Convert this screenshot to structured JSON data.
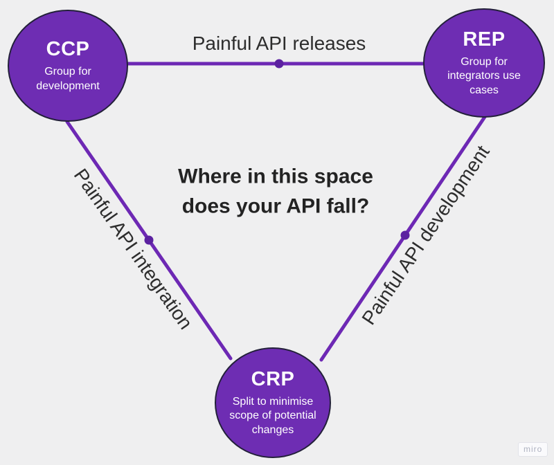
{
  "colors": {
    "background": "#efeff0",
    "node_fill": "#6e2db3",
    "node_border": "#23203a",
    "node_text": "#ffffff",
    "connector": "#6d28b4",
    "connector_dot": "#5b21a0",
    "edge_label_text": "#2d2d2d",
    "question_text": "#232323",
    "watermark_text": "#aeb2c0"
  },
  "nodes": {
    "ccp": {
      "title": "CCP",
      "subtitle": "Group for development"
    },
    "rep": {
      "title": "REP",
      "subtitle": "Group for integrators use cases"
    },
    "crp": {
      "title": "CRP",
      "subtitle": "Split to minimise scope of potential changes"
    }
  },
  "edges": {
    "top": {
      "label": "Painful API releases",
      "from": "CCP",
      "to": "REP"
    },
    "left": {
      "label": "Painful API integration",
      "from": "CCP",
      "to": "CRP"
    },
    "right": {
      "label": "Painful API development",
      "from": "REP",
      "to": "CRP"
    }
  },
  "question": {
    "line1": "Where in this space",
    "line2": "does your API fall?"
  },
  "watermark": {
    "label": "miro"
  }
}
